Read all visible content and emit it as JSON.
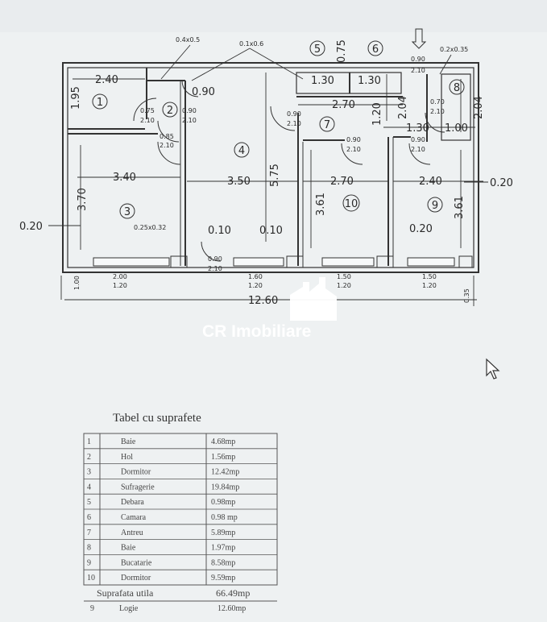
{
  "plan": {
    "top_labels": [
      "0.4x0.5",
      "0.1x0.6",
      "0.75",
      "0.90",
      "2.10",
      "0.2x0.35"
    ],
    "room_numbers": [
      "1",
      "2",
      "3",
      "4",
      "5",
      "6",
      "7",
      "8",
      "9",
      "10"
    ],
    "dims": {
      "d240": "2.40",
      "d195": "1.95",
      "d090a": "0.90",
      "d130a": "1.30",
      "d130b": "1.30",
      "d270a": "2.70",
      "d204a": "2.04",
      "d204b": "2.04",
      "d120": "1.20",
      "d130c": "1.30",
      "d100": "1.00",
      "d340": "3.40",
      "d350": "3.50",
      "d575": "5.75",
      "d270b": "2.70",
      "d240b": "2.40",
      "d020r": "0.20",
      "d370": "3.70",
      "d361a": "3.61",
      "d361b": "3.61",
      "d020l": "0.20",
      "d010a": "0.10",
      "d010b": "0.10",
      "d020c": "0.20",
      "d1260": "12.60",
      "d100b": "1.00",
      "d035": "0.35"
    },
    "doors": {
      "dr1a": "0.75",
      "dr1b": "2.10",
      "dr2a": "0.90",
      "dr2b": "2.10",
      "dr3a": "0.85",
      "dr3b": "2.10",
      "dr4a": "0.90",
      "dr4b": "2.10",
      "dr5a": "0.90",
      "dr5b": "2.10",
      "dr6a": "0.90",
      "dr6b": "2.10",
      "dr7a": "0.70",
      "dr7b": "2.10",
      "dr8a": "0.90",
      "dr8b": "2.10",
      "lbl025": "0.25x0.32"
    },
    "windows": [
      {
        "a": "2.00",
        "b": "1.20"
      },
      {
        "a": "1.60",
        "b": "1.20"
      },
      {
        "a": "1.50",
        "b": "1.20"
      },
      {
        "a": "1.50",
        "b": "1.20"
      }
    ]
  },
  "watermark": {
    "text": "CR Imobiliare"
  },
  "table": {
    "title": "Tabel cu suprafete",
    "rows": [
      {
        "n": "1",
        "name": "Baie",
        "area": "4.68mp"
      },
      {
        "n": "2",
        "name": "Hol",
        "area": "1.56mp"
      },
      {
        "n": "3",
        "name": "Dormitor",
        "area": "12.42mp"
      },
      {
        "n": "4",
        "name": "Sufragerie",
        "area": "19.84mp"
      },
      {
        "n": "5",
        "name": "Debara",
        "area": "0.98mp"
      },
      {
        "n": "6",
        "name": "Camara",
        "area": "0.98 mp"
      },
      {
        "n": "7",
        "name": "Antreu",
        "area": "5.89mp"
      },
      {
        "n": "8",
        "name": "Baie",
        "area": "1.97mp"
      },
      {
        "n": "9",
        "name": "Bucatarie",
        "area": "8.58mp"
      },
      {
        "n": "10",
        "name": "Dormitor",
        "area": "9.59mp"
      }
    ],
    "total_label": "Suprafata utila",
    "total_value": "66.49mp",
    "extra": {
      "n": "9",
      "name": "Logie",
      "area": "12.60mp"
    }
  }
}
